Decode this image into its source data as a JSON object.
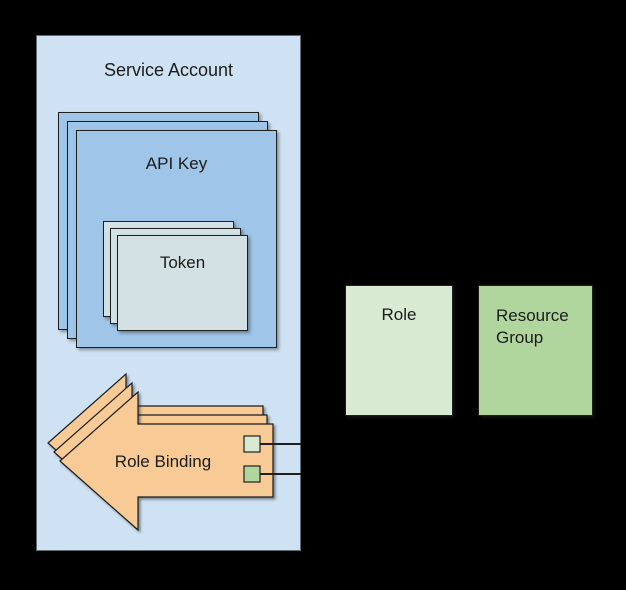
{
  "background_color": "#000000",
  "diagram": {
    "service_account": {
      "label": "Service Account",
      "fill": "#cfe2f3"
    },
    "api_key": {
      "label": "API Key",
      "fill": "#9fc5e8",
      "stack_count": 3
    },
    "token": {
      "label": "Token",
      "fill": "#d3e0e4",
      "stack_count": 3
    },
    "role_binding": {
      "label": "Role Binding",
      "fill": "#f8ca96",
      "stack_count": 3,
      "ports": [
        {
          "fill": "#d9ead3"
        },
        {
          "fill": "#b0d69e"
        }
      ]
    },
    "role": {
      "label": "Role",
      "fill": "#d9ead3"
    },
    "resource_group": {
      "label": "Resource Group",
      "fill": "#b0d69e"
    }
  }
}
